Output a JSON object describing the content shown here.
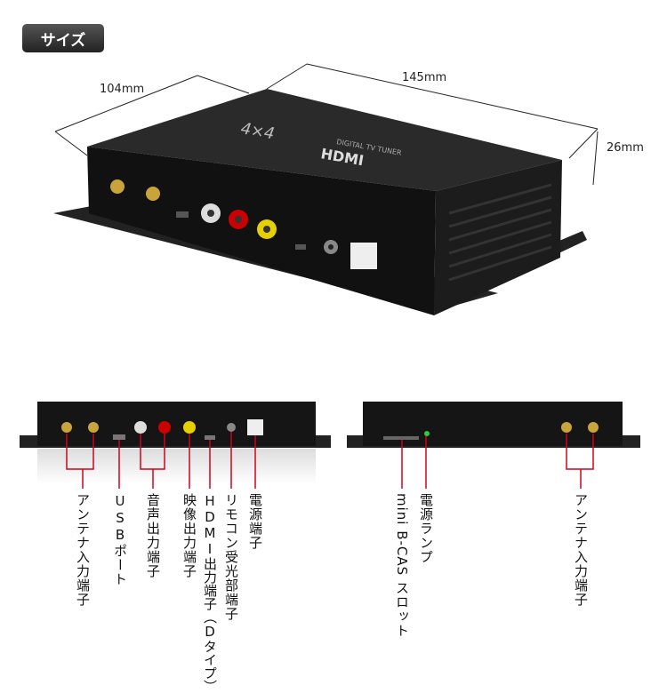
{
  "badge": "サイズ",
  "dimensions": {
    "depth": "104mm",
    "width": "145mm",
    "height": "26mm"
  },
  "device_text": {
    "model": "4×4",
    "brand": "HDMI",
    "subtitle": "DIGITAL TV TUNER"
  },
  "front_labels": [
    "アンテナ入力端子",
    "USBポート",
    "音声出力端子",
    "映像出力端子",
    "HDMI出力端子（Dタイプ）",
    "リモコン受光部端子",
    "電源端子"
  ],
  "rear_labels": [
    "mini B-CAS スロット",
    "電源ランプ",
    "アンテナ入力端子"
  ],
  "colors": {
    "callout": "#d0021b",
    "device": "#1a1a1a",
    "led": "#2ecc40",
    "gold": "#c9a43a"
  }
}
